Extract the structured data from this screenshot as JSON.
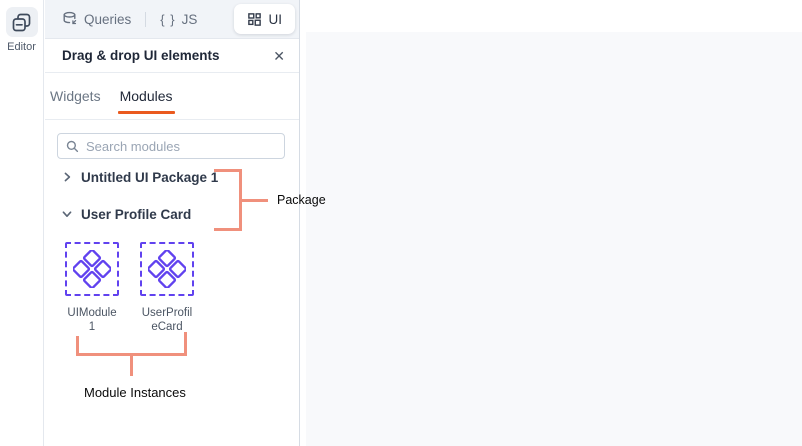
{
  "left_rail": {
    "editor_label": "Editor"
  },
  "top_bar": {
    "queries_label": "Queries",
    "js_braces": "{ }",
    "js_label": "JS",
    "ui_label": "UI"
  },
  "panel": {
    "title": "Drag & drop UI elements",
    "close_glyph": "✕",
    "tabs": [
      {
        "label": "Widgets",
        "active": false
      },
      {
        "label": "Modules",
        "active": true
      }
    ],
    "search_placeholder": "Search modules",
    "tree": [
      {
        "label": "Untitled UI Package 1",
        "state": "collapsed"
      },
      {
        "label": "User Profile Card",
        "state": "expanded"
      }
    ],
    "module_instances": [
      {
        "name": "UIModule 1"
      },
      {
        "name": "UserProfileCard"
      }
    ]
  },
  "annotations": {
    "package_label": "Package",
    "instances_label": "Module Instances",
    "line_color": "#F0907C"
  },
  "colors": {
    "accent_orange": "#EA5A1F",
    "module_purple": "#6142EF",
    "canvas_bg": "#F8F9FB"
  }
}
